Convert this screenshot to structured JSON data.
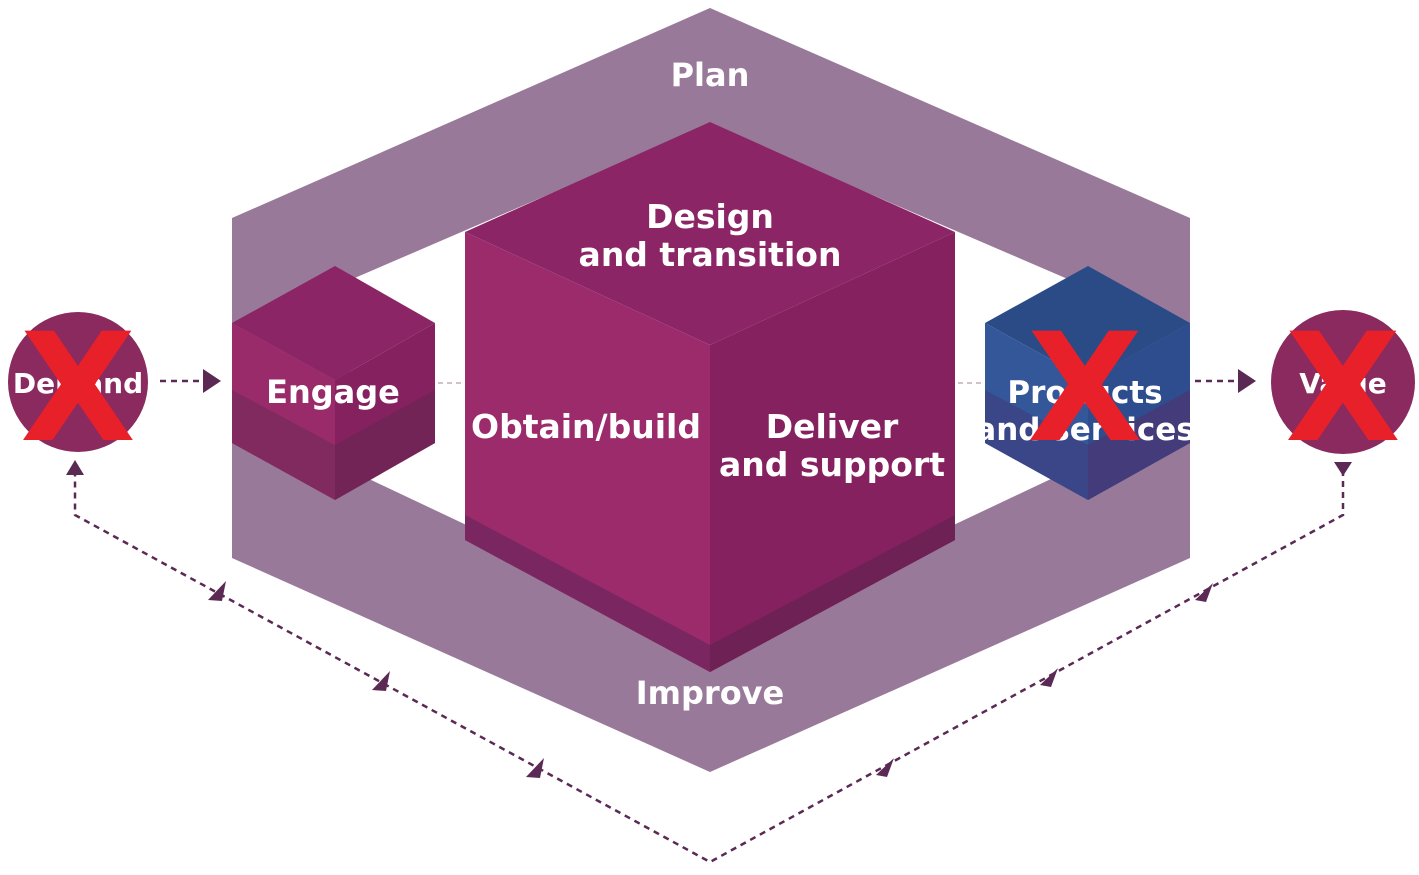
{
  "diagram": {
    "plan_label": "Plan",
    "improve_label": "Improve",
    "design_line1": "Design",
    "design_line2": "and transition",
    "obtain_label": "Obtain/build",
    "deliver_line1": "Deliver",
    "deliver_line2": "and support",
    "engage_label": "Engage",
    "products_line1": "Products",
    "products_line2": "and services",
    "demand_label": "Demand",
    "value_label": "Value",
    "cross_mark": "X"
  },
  "colors": {
    "ring": "#997999",
    "ring_dark": "#7b5177",
    "cube_top": "#8b2566",
    "cube_left": "#9c2b6c",
    "cube_right": "#86215f",
    "cube_bottom_band": "#72235d",
    "products_top": "#2b4b86",
    "products_front": "#34579a",
    "circle": "#8a2a5e",
    "arrow": "#5a2a55",
    "cross": "#e8202a"
  }
}
